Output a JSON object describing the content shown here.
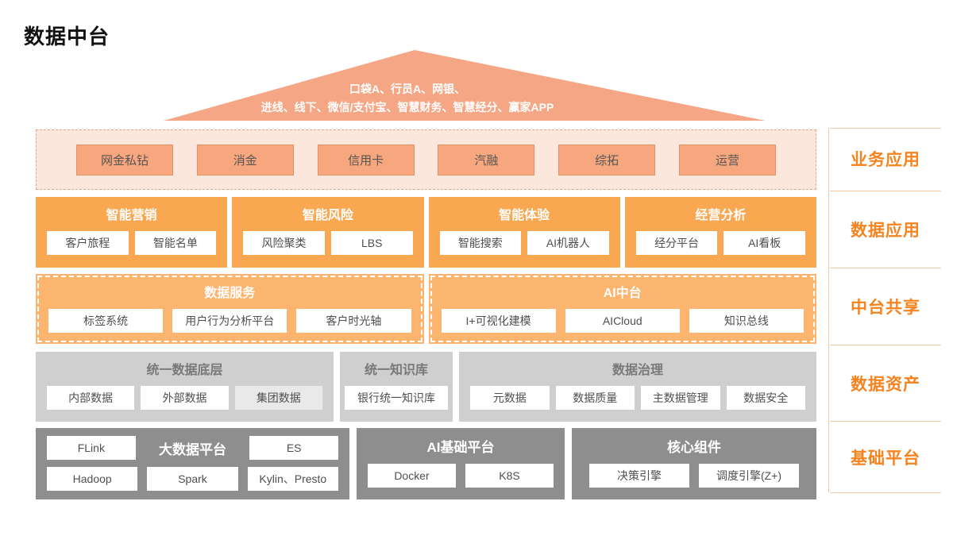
{
  "title": "数据中台",
  "roof": {
    "line1": "口袋A、行员A、网银、",
    "line2": "进线、线下、微信/支付宝、智慧财务、智慧经分、赢家APP"
  },
  "business_apps": {
    "items": [
      "网金私钻",
      "消金",
      "信用卡",
      "汽融",
      "综拓",
      "运营"
    ]
  },
  "data_apps": {
    "blocks": [
      {
        "title": "智能营销",
        "items": [
          "客户旅程",
          "智能名单"
        ]
      },
      {
        "title": "智能风险",
        "items": [
          "风险聚类",
          "LBS"
        ]
      },
      {
        "title": "智能体验",
        "items": [
          "智能搜索",
          "AI机器人"
        ]
      },
      {
        "title": "经营分析",
        "items": [
          "经分平台",
          "AI看板"
        ]
      }
    ]
  },
  "middle_shared": {
    "blocks": [
      {
        "title": "数据服务",
        "items": [
          "标签系统",
          "用户行为分析平台",
          "客户时光轴"
        ]
      },
      {
        "title": "AI中台",
        "items": [
          "I+可视化建模",
          "AICloud",
          "知识总线"
        ]
      }
    ]
  },
  "data_assets": {
    "blocks": [
      {
        "title": "统一数据底层",
        "items": [
          "内部数据",
          "外部数据",
          "集团数据"
        ]
      },
      {
        "title": "统一知识库",
        "items": [
          "银行统一知识库"
        ]
      },
      {
        "title": "数据治理",
        "items": [
          "元数据",
          "数据质量",
          "主数据管理",
          "数据安全"
        ]
      }
    ]
  },
  "base_platform": {
    "blocks": [
      {
        "title": "大数据平台",
        "items": [
          "FLink",
          "ES",
          "Hadoop",
          "Spark",
          "Kylin、Presto"
        ]
      },
      {
        "title": "AI基础平台",
        "items": [
          "Docker",
          "K8S"
        ]
      },
      {
        "title": "核心组件",
        "items": [
          "决策引擎",
          "调度引擎(Z+)"
        ]
      }
    ]
  },
  "side_labels": [
    "业务应用",
    "数据应用",
    "中台共享",
    "数据资产",
    "基础平台"
  ],
  "colors": {
    "accent_orange": "#F5831F",
    "block_orange": "#F9A851",
    "block_orange_light": "#FBB56F",
    "roof_salmon": "#F5A685",
    "panel_peach": "#FCE7DC",
    "gray_block": "#CFCFCF",
    "dark_gray_block": "#8E8E8E"
  }
}
